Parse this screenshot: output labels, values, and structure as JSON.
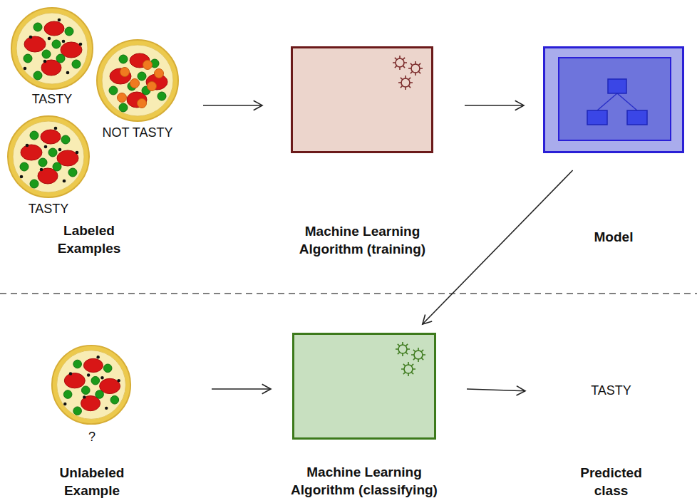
{
  "diagram": {
    "nodes": [
      {
        "text": [
          "Labeled Examples"
        ]
      },
      {
        "text": [
          "TASTY"
        ],
        "in": 0
      },
      {
        "text": [
          "NOT TASTY"
        ],
        "in": 0
      },
      {
        "text": [
          "TASTY"
        ],
        "in": 0
      },
      {
        "text": [
          "Machine Learning Algorithm (training)"
        ]
      },
      {
        "text": [
          "Model"
        ]
      },
      {
        "text": [
          "?",
          "Unlabeled Example"
        ]
      },
      {
        "text": [
          "Machine Learning Algorithm (classifying)"
        ]
      },
      {
        "text": [
          "TASTY",
          "Predicted class"
        ]
      }
    ],
    "edges": [
      {
        "from": 0,
        "to": 4,
        "arrow": "to"
      },
      {
        "from": 4,
        "to": 5,
        "arrow": "to"
      },
      {
        "from": 5,
        "to": 7,
        "arrow": "to"
      },
      {
        "from": 6,
        "to": 7,
        "arrow": "to"
      },
      {
        "from": 7,
        "to": 8,
        "arrow": "to"
      }
    ]
  }
}
